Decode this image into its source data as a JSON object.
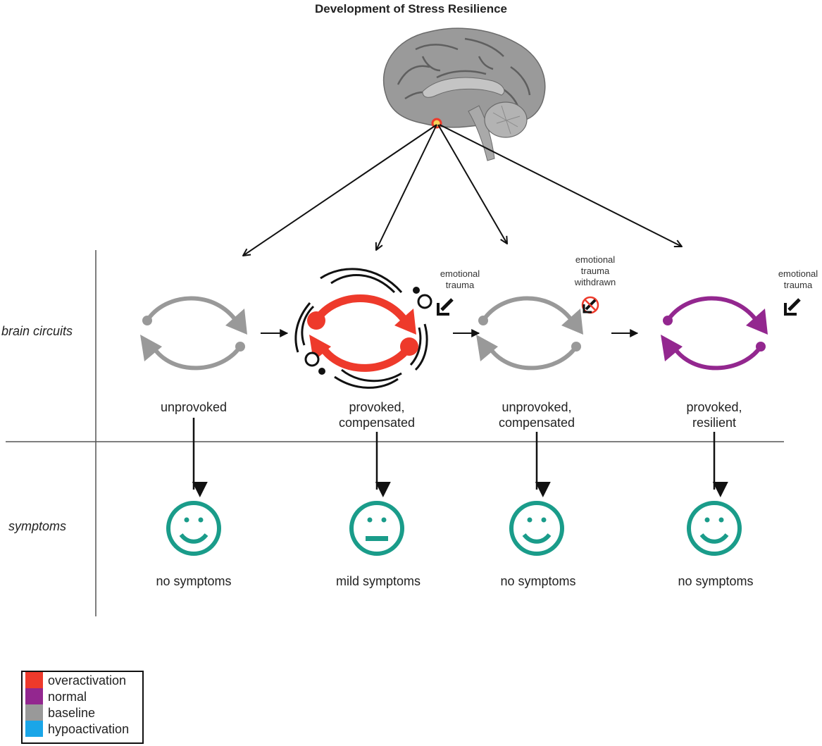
{
  "title": "Development of Stress Resilience",
  "colors": {
    "overactivation": "#ee3a2b",
    "normal": "#93278f",
    "baseline": "#999999",
    "hypoactivation": "#1aa6e8",
    "face": "#1a9c8a",
    "line": "#111111",
    "axis": "#555555"
  },
  "rows": {
    "brain_circuits": "brain circuits",
    "symptoms": "symptoms"
  },
  "stages": [
    {
      "state_line1": "unprovoked",
      "state_line2": "",
      "activation": "baseline",
      "face": "smile",
      "symptom": "no symptoms"
    },
    {
      "state_line1": "provoked,",
      "state_line2": "compensated",
      "activation": "overactivation",
      "face": "neutral",
      "symptom": "mild symptoms"
    },
    {
      "state_line1": "unprovoked,",
      "state_line2": "compensated",
      "activation": "baseline",
      "face": "smile",
      "symptom": "no symptoms"
    },
    {
      "state_line1": "provoked,",
      "state_line2": "resilient",
      "activation": "normal",
      "face": "smile",
      "symptom": "no symptoms"
    }
  ],
  "trauma_labels": {
    "stage2": [
      "emotional",
      "trauma"
    ],
    "stage3": [
      "emotional",
      "trauma",
      "withdrawn"
    ],
    "stage4": [
      "emotional",
      "trauma"
    ]
  },
  "legend": [
    {
      "label": "overactivation",
      "color": "#ee3a2b"
    },
    {
      "label": "normal",
      "color": "#93278f"
    },
    {
      "label": "baseline",
      "color": "#999999"
    },
    {
      "label": "hypoactivation",
      "color": "#1aa6e8"
    }
  ]
}
